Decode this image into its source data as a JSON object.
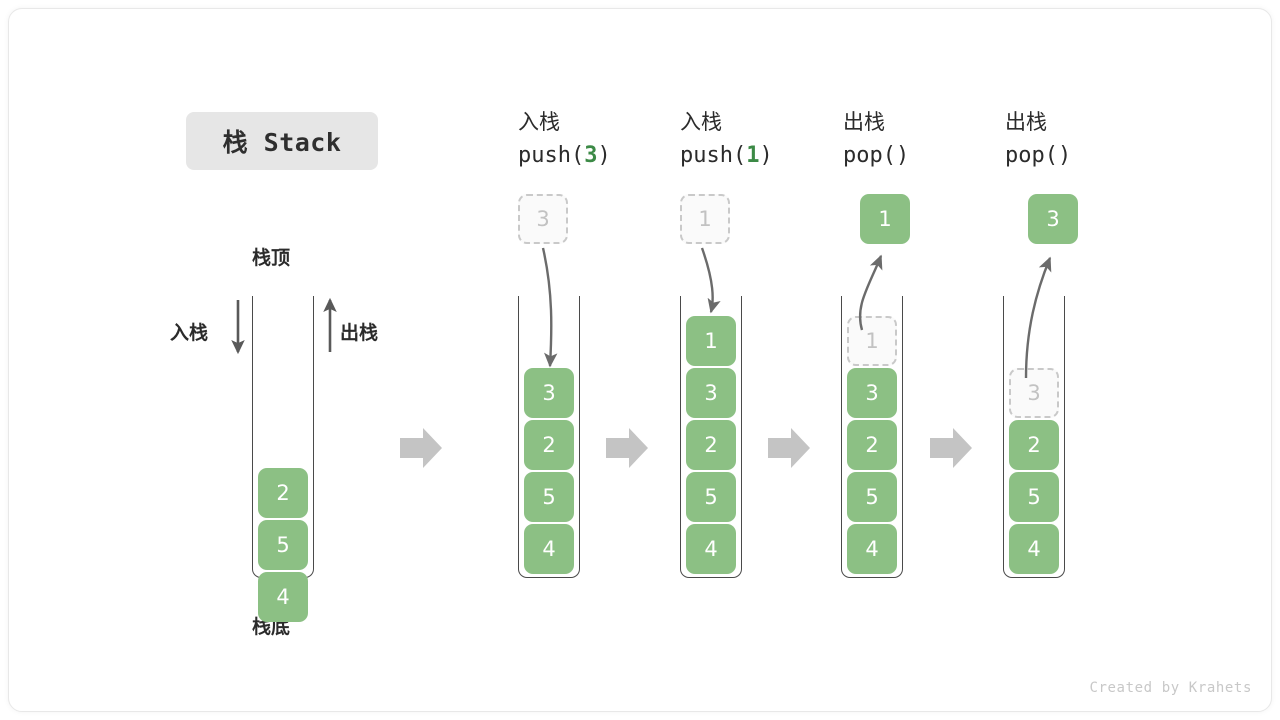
{
  "title": {
    "text": "栈 Stack"
  },
  "labels": {
    "stack_top": "栈顶",
    "stack_bottom": "栈底",
    "push_side": "入栈",
    "pop_side": "出栈"
  },
  "steps": [
    {
      "id": "initial",
      "header_cn": "",
      "header_code": "",
      "stack": [
        "2",
        "5",
        "4"
      ]
    },
    {
      "id": "push-3",
      "header_cn": "入栈",
      "header_code_prefix": "push(",
      "header_code_arg": "3",
      "header_code_suffix": ")",
      "floating": {
        "value": "3",
        "style": "ghost"
      },
      "stack": [
        "3",
        "2",
        "5",
        "4"
      ]
    },
    {
      "id": "push-1",
      "header_cn": "入栈",
      "header_code_prefix": "push(",
      "header_code_arg": "1",
      "header_code_suffix": ")",
      "floating": {
        "value": "1",
        "style": "ghost"
      },
      "stack": [
        "1",
        "3",
        "2",
        "5",
        "4"
      ]
    },
    {
      "id": "pop-1",
      "header_cn": "出栈",
      "header_code_prefix": "pop(",
      "header_code_arg": "",
      "header_code_suffix": ")",
      "floating": {
        "value": "1",
        "style": "filled"
      },
      "ghost_slot": "1",
      "stack": [
        "3",
        "2",
        "5",
        "4"
      ]
    },
    {
      "id": "pop-3",
      "header_cn": "出栈",
      "header_code_prefix": "pop(",
      "header_code_arg": "",
      "header_code_suffix": ")",
      "floating": {
        "value": "3",
        "style": "filled"
      },
      "ghost_slot": "3",
      "stack": [
        "2",
        "5",
        "4"
      ]
    }
  ],
  "colors": {
    "element_green": "#8cc084",
    "accent_green": "#3c8a46",
    "ghost_border": "#c9c9c9",
    "arrow_gray": "#6b6b6b",
    "flow_arrow_gray": "#c4c4c4",
    "chip_gray": "#e6e6e6"
  },
  "credit": "Created by Krahets"
}
